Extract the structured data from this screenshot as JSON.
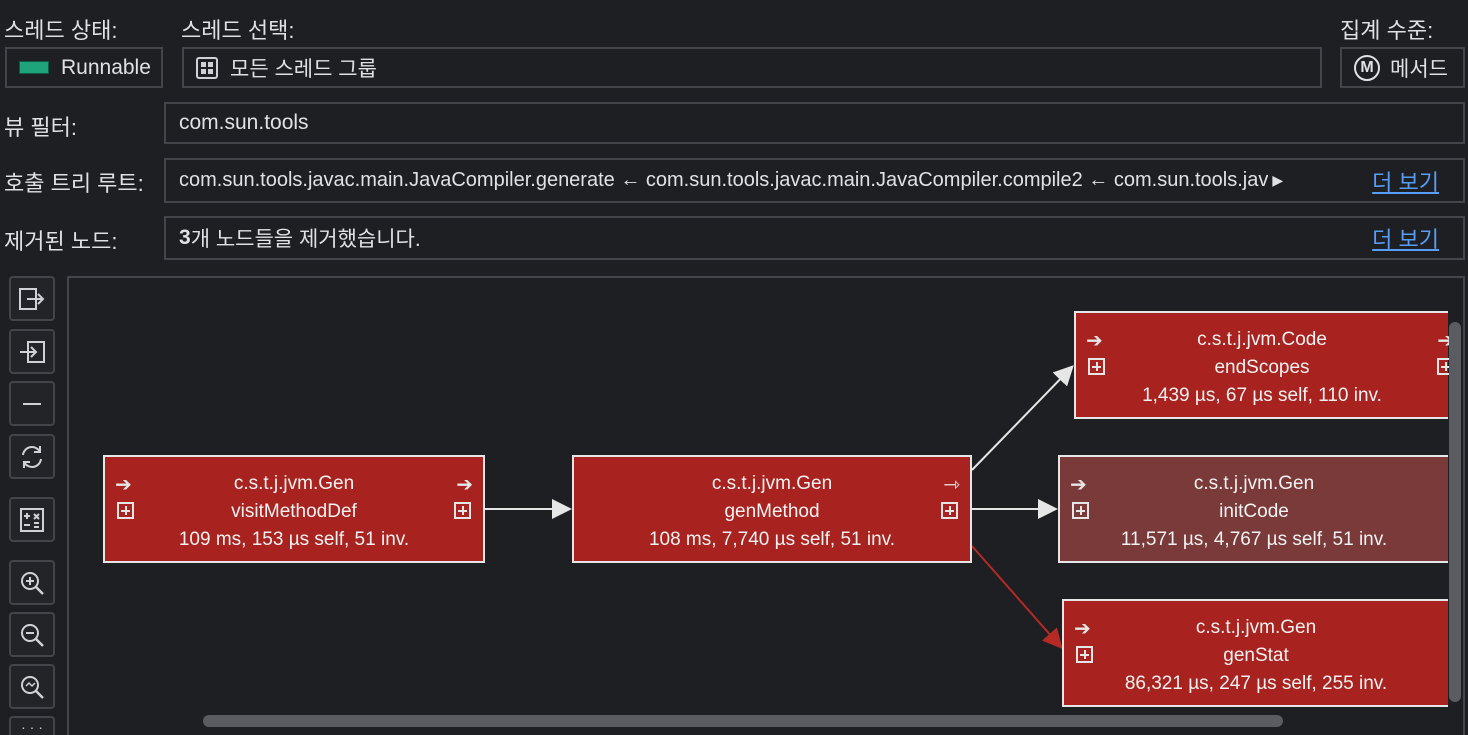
{
  "filters": {
    "thread_state_label": "스레드 상태:",
    "thread_state_value": "Runnable",
    "thread_select_label": "스레드 선택:",
    "thread_select_value": "모든 스레드 그룹",
    "aggregation_label": "집계 수준:",
    "aggregation_value": "메서드",
    "aggregation_icon_letter": "M",
    "view_filter_label": "뷰 필터:",
    "view_filter_value": "com.sun.tools",
    "call_tree_root_label": "호출 트리 루트:",
    "call_tree_root_value": "com.sun.tools.javac.main.JavaCompiler.generate ← com.sun.tools.javac.main.JavaCompiler.compile2 ← com.sun.tools.jav",
    "more_link": "더 보기",
    "removed_nodes_label": "제거된 노드:",
    "removed_nodes_count": "3",
    "removed_nodes_text": "개 노드들을 제거했습니다.",
    "removed_more_link": "더 보기"
  },
  "colors": {
    "accent_link": "#589df6",
    "node_red": "#a8231f",
    "node_dim": "#7a3a3a",
    "runnable_green": "#1fa37a"
  },
  "toolbar": [
    {
      "name": "exit-icon"
    },
    {
      "name": "enter-icon"
    },
    {
      "name": "collapse-icon"
    },
    {
      "name": "refresh-icon"
    },
    {
      "name": "calculator-icon"
    },
    {
      "name": "zoom-in-icon"
    },
    {
      "name": "zoom-out-icon"
    },
    {
      "name": "zoom-fit-icon"
    }
  ],
  "graph": {
    "nodes": {
      "visitMethodDef": {
        "class": "c.s.t.j.jvm.Gen",
        "method": "visitMethodDef",
        "stats": "109 ms, 153 µs self, 51 inv."
      },
      "genMethod": {
        "class": "c.s.t.j.jvm.Gen",
        "method": "genMethod",
        "stats": "108 ms, 7,740 µs self, 51 inv."
      },
      "endScopes": {
        "class": "c.s.t.j.jvm.Code",
        "method": "endScopes",
        "stats": "1,439 µs, 67 µs self, 110 inv."
      },
      "initCode": {
        "class": "c.s.t.j.jvm.Gen",
        "method": "initCode",
        "stats": "11,571 µs, 4,767 µs self, 51 inv."
      },
      "genStat": {
        "class": "c.s.t.j.jvm.Gen",
        "method": "genStat",
        "stats": "86,321 µs, 247 µs self, 255 inv."
      }
    }
  }
}
